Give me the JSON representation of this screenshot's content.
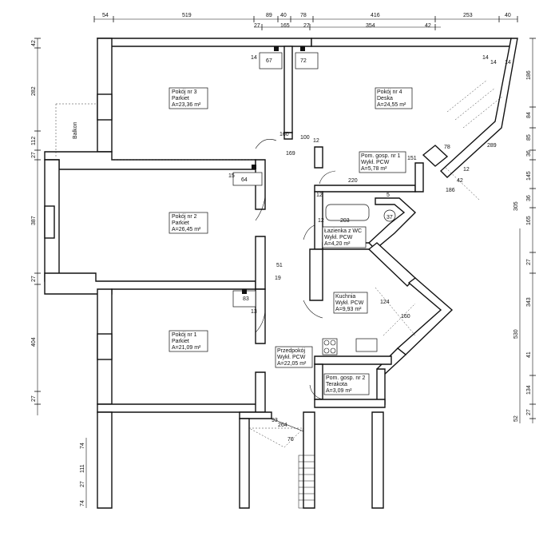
{
  "top_dims_row1": [
    "54",
    "519",
    "89",
    "40",
    "78",
    "416",
    "253",
    "40"
  ],
  "top_dims_row2": [
    "27",
    "165",
    "27",
    "354",
    "42"
  ],
  "left_dims": [
    "42",
    "282",
    "112",
    "27",
    "387",
    "27",
    "404",
    "27",
    "74",
    "111",
    "27",
    "74"
  ],
  "right_dims": [
    "186",
    "84",
    "85",
    "36",
    "36",
    "145",
    "305",
    "165",
    "27",
    "343",
    "530",
    "41",
    "134",
    "27",
    "52"
  ],
  "small_boxes": [
    "67",
    "72",
    "64",
    "83"
  ],
  "rooms": [
    {
      "name": "Pokój nr 3",
      "floor": "Parkiet",
      "area": "A=23,36 m²"
    },
    {
      "name": "Pokój nr 4",
      "floor": "Deska",
      "area": "A=24,55 m²"
    },
    {
      "name": "Pokój nr 2",
      "floor": "Parkiet",
      "area": "A=26,45 m²"
    },
    {
      "name": "Pokój nr 1",
      "floor": "Parkiet",
      "area": "A=21,09 m²"
    },
    {
      "name": "Pom. gosp. nr 1",
      "floor": "Wykł. PCW",
      "area": "A=5,78 m²"
    },
    {
      "name": "Łazienka z WC",
      "floor": "Wykł. PCW",
      "area": "A=4,20 m²"
    },
    {
      "name": "Kuchnia",
      "floor": "Wykł. PCW",
      "area": "A=9,93 m²"
    },
    {
      "name": "Przedpokój",
      "floor": "Wykł. PCW",
      "area": "A=22,05 m²"
    },
    {
      "name": "Pom. gosp. nr 2",
      "floor": "Terakota",
      "area": "A=3,09 m²"
    }
  ],
  "balkon": "Balkon",
  "misc_dims": [
    "14",
    "14",
    "14",
    "14",
    "15",
    "160",
    "100",
    "169",
    "12",
    "78",
    "151",
    "12",
    "220",
    "12",
    "186",
    "5",
    "203",
    "12",
    "37",
    "51",
    "19",
    "13",
    "160",
    "124",
    "264",
    "76",
    "93",
    "289",
    "42"
  ]
}
